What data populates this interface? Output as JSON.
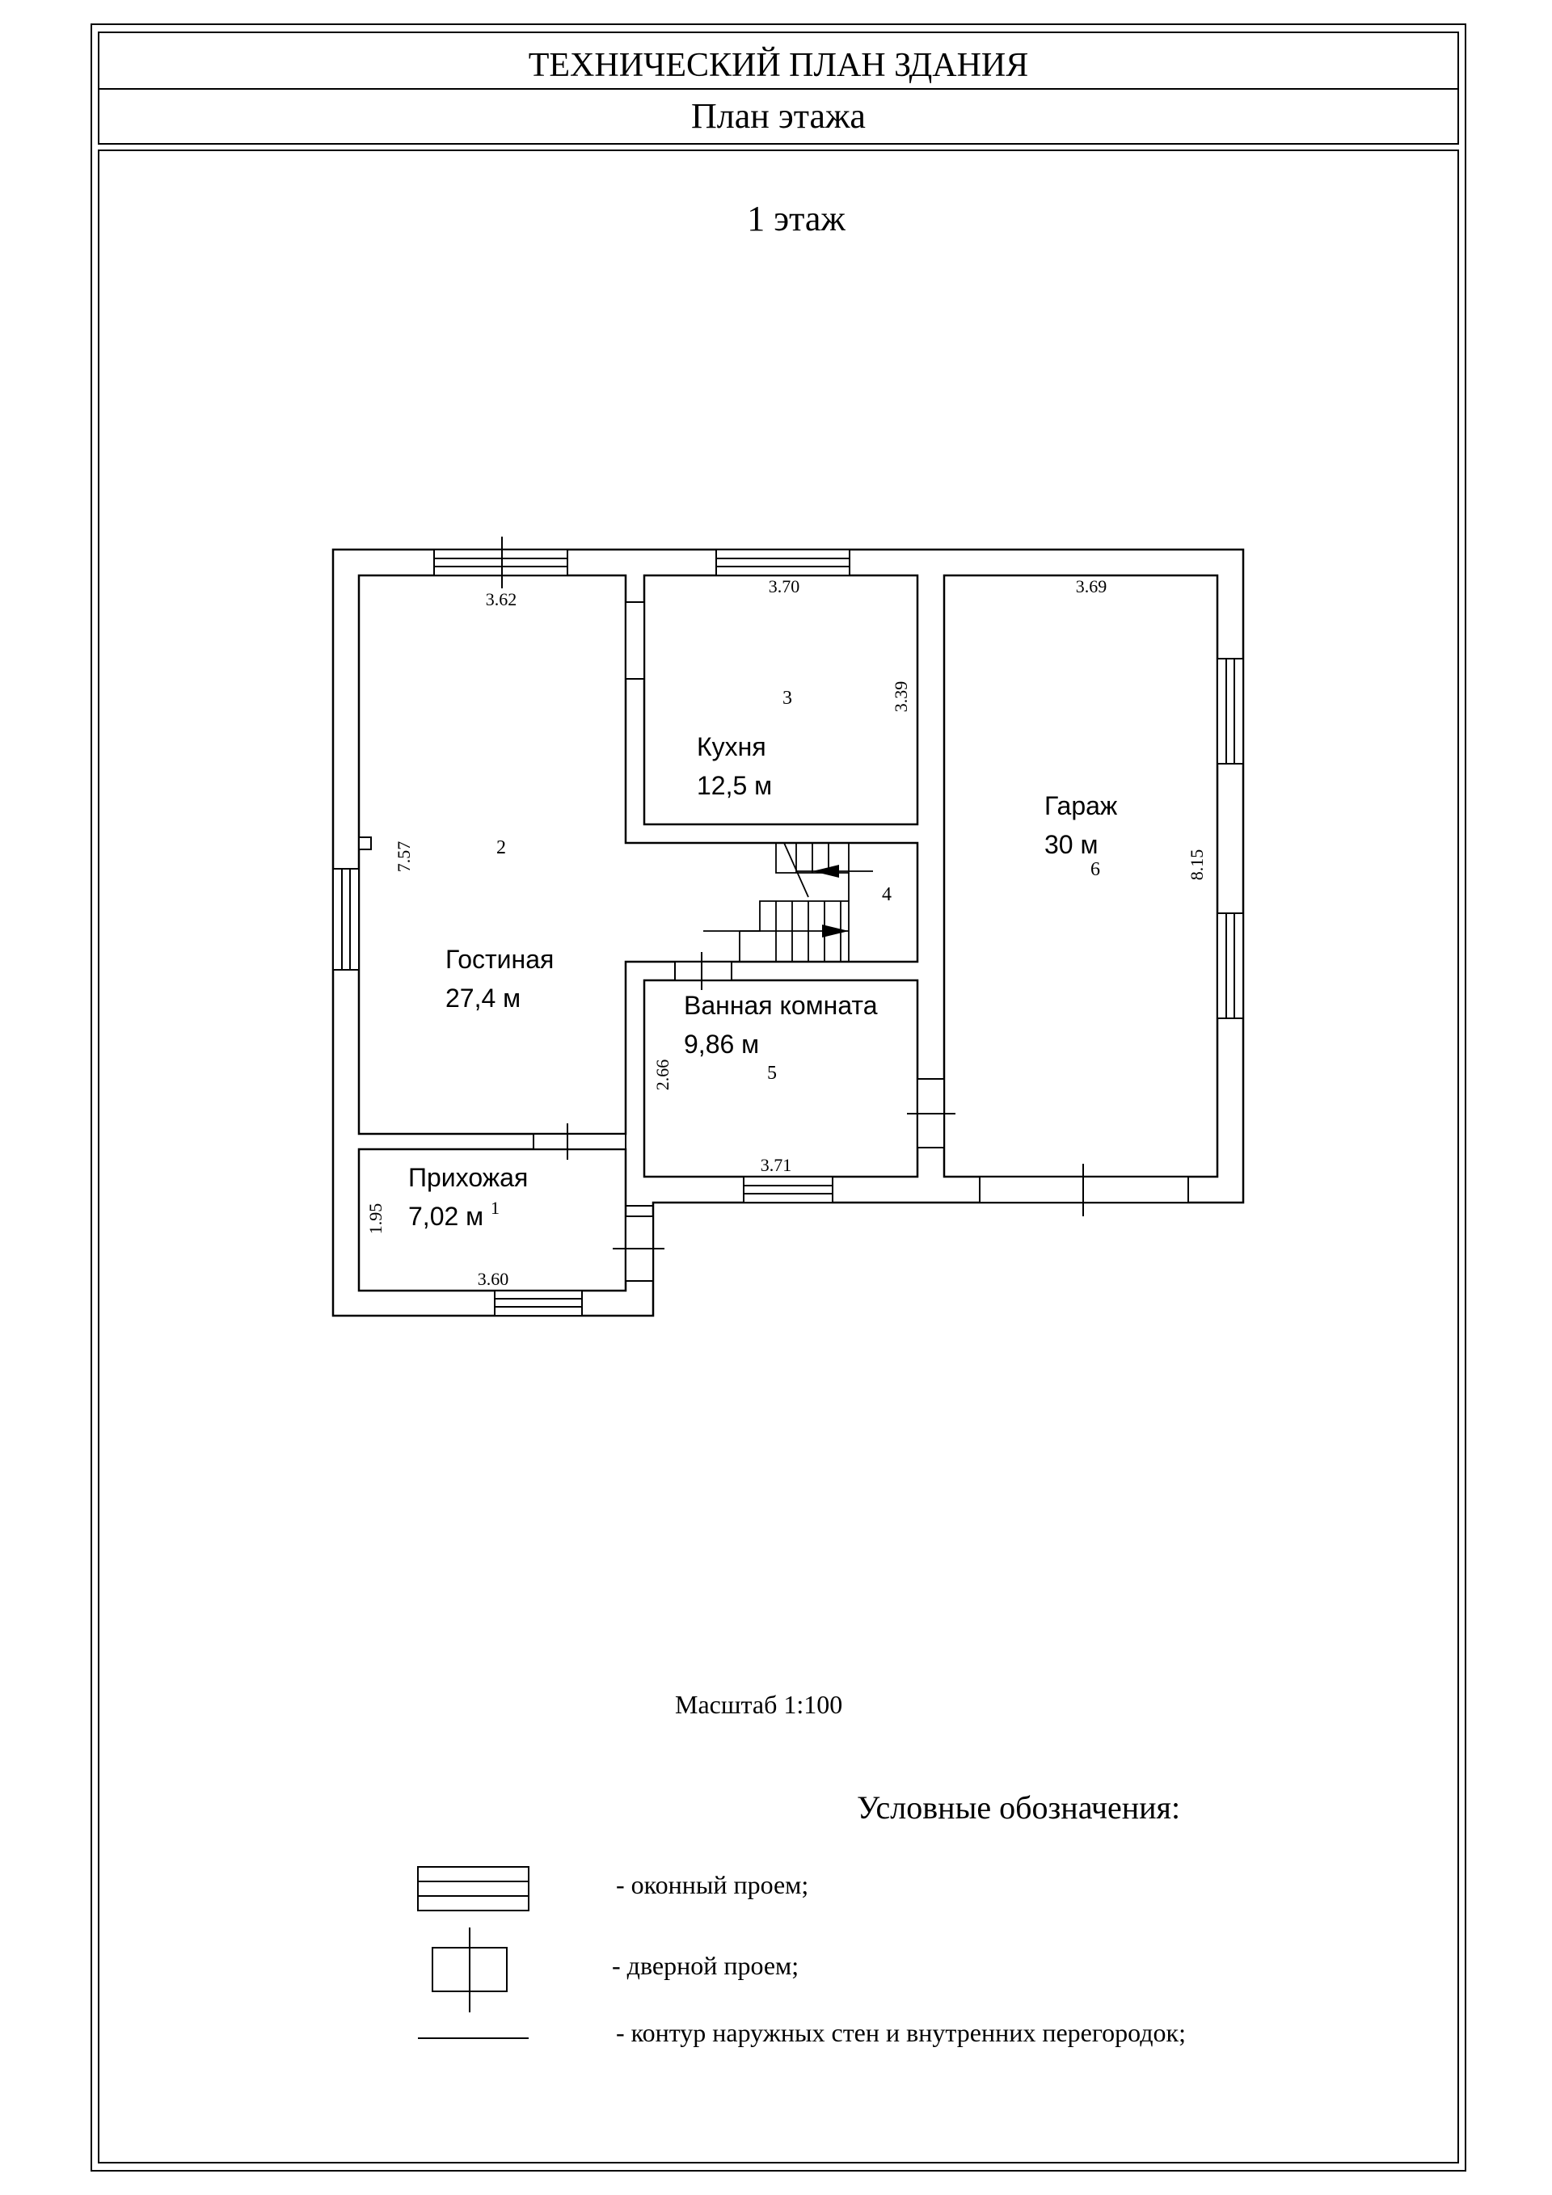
{
  "header": {
    "title": "ТЕХНИЧЕСКИЙ ПЛАН ЗДАНИЯ",
    "subtitle": "План этажа"
  },
  "floor": {
    "label": "1 этаж"
  },
  "rooms": [
    {
      "number": "2",
      "name": "Гостиная",
      "area": "27,4 м"
    },
    {
      "number": "3",
      "name": "Кухня",
      "area": "12,5 м"
    },
    {
      "number": "4"
    },
    {
      "number": "5",
      "name": "Ванная комната",
      "area": "9,86 м"
    },
    {
      "number": "6",
      "name": "Гараж",
      "area": "30 м"
    },
    {
      "number": "1",
      "name": "Прихожая",
      "area": "7,02 м"
    }
  ],
  "dimensions": {
    "living_width": "3.62",
    "living_height": "7.57",
    "kitchen_width": "3.70",
    "kitchen_height": "3.39",
    "garage_width": "3.69",
    "garage_height": "8.15",
    "bath_width": "3.71",
    "bath_height": "2.66",
    "hall_width": "3.60",
    "hall_height": "1.95"
  },
  "scale": "Масштаб 1:100",
  "legend": {
    "title": "Условные обозначения:",
    "items": [
      {
        "icon": "window-opening-icon",
        "label": "- оконный проем;"
      },
      {
        "icon": "door-opening-icon",
        "label": "- дверной проем;"
      },
      {
        "icon": "wall-contour-icon",
        "label": "- контур наружных стен и внутренних перегородок;"
      }
    ]
  }
}
